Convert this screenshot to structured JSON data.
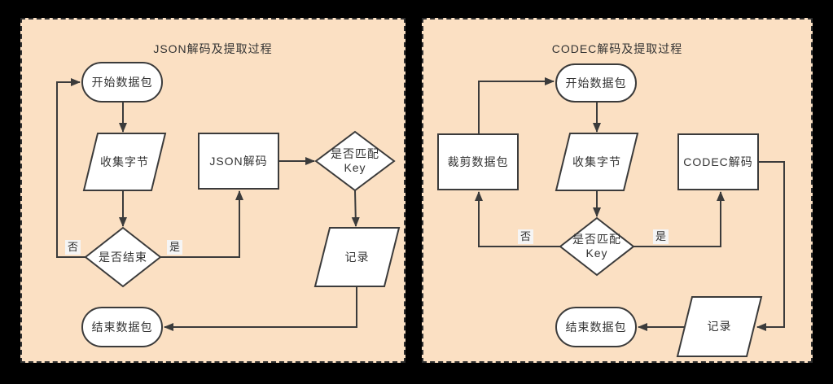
{
  "colors": {
    "page_background": "#000000",
    "panel_background": "#FBE0C3",
    "panel_border": "#2E2E2E",
    "shape_fill": "#FFFFFF",
    "shape_stroke": "#3B3B3B",
    "text": "#333333",
    "edge_label_background": "#F5F5F5"
  },
  "panels": [
    {
      "title": "JSON解码及提取过程",
      "nodes": {
        "start": "开始数据包",
        "collect": "收集字节",
        "decode": "JSON解码",
        "end_check": "是否结束",
        "match_key_line1": "是否匹配",
        "match_key_line2": "Key",
        "record": "记录",
        "end": "结束数据包"
      },
      "edge_labels": {
        "no": "否",
        "yes": "是"
      }
    },
    {
      "title": "CODEC解码及提取过程",
      "nodes": {
        "start": "开始数据包",
        "trim": "裁剪数据包",
        "collect": "收集字节",
        "decode": "CODEC解码",
        "match_key_line1": "是否匹配",
        "match_key_line2": "Key",
        "record": "记录",
        "end": "结束数据包"
      },
      "edge_labels": {
        "no": "否",
        "yes": "是"
      }
    }
  ]
}
